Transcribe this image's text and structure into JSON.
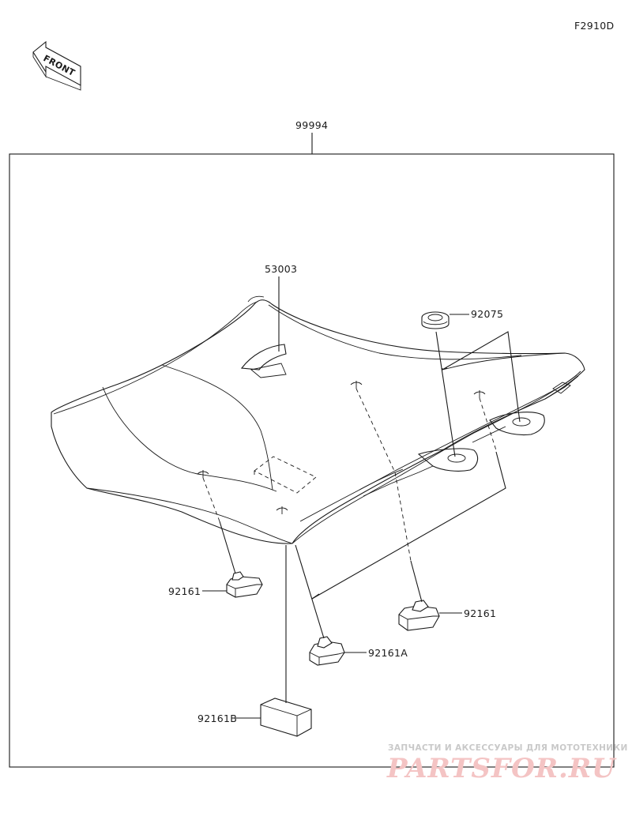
{
  "figure_code": "F2910D",
  "front_label": "FRONT",
  "part_numbers": {
    "kit": "99994",
    "seat": "53003",
    "grommet": "92075",
    "damper_left": "92161",
    "damper_right": "92161",
    "damper_a": "92161A",
    "damper_b": "92161B"
  },
  "watermark": {
    "tagline": "ЗАПЧАСТИ И АКСЕССУАРЫ ДЛЯ МОТОТЕХНИКИ",
    "logo_text": "PARTSFOR.RU"
  },
  "colors": {
    "line": "#1a1a1a",
    "watermark_logo": "#f4c4c4",
    "watermark_text": "#c9c9c9"
  }
}
